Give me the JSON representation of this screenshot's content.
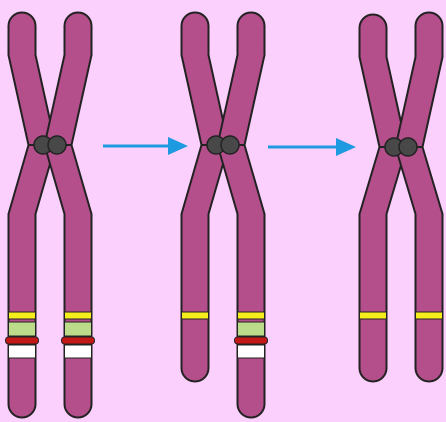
{
  "colors": {
    "background": "#fcd0fc",
    "chromosome": "#b44f8c",
    "outline": "#222222",
    "centromere": "#484848",
    "band_yellow": "#f5ee1c",
    "band_green": "#bcdc8c",
    "band_red": "#c21818",
    "band_white": "#ffffff",
    "arrow": "#1e9ae0"
  },
  "stages": [
    {
      "label": "",
      "left_chromatid": {
        "bands": [
          "yellow",
          "green",
          "red",
          "white"
        ]
      },
      "right_chromatid": {
        "bands": [
          "yellow",
          "green",
          "red",
          "white"
        ]
      }
    },
    {
      "label": "",
      "left_chromatid": {
        "bands": [
          "yellow"
        ]
      },
      "right_chromatid": {
        "bands": [
          "yellow",
          "green",
          "red",
          "white"
        ]
      }
    },
    {
      "label": "",
      "left_chromatid": {
        "bands": [
          "yellow"
        ]
      },
      "right_chromatid": {
        "bands": [
          "yellow"
        ]
      }
    }
  ],
  "arrows": [
    {
      "from_stage": 1,
      "to_stage": 2,
      "icon": "right-arrow-icon"
    },
    {
      "from_stage": 2,
      "to_stage": 3,
      "icon": "right-arrow-icon"
    }
  ]
}
